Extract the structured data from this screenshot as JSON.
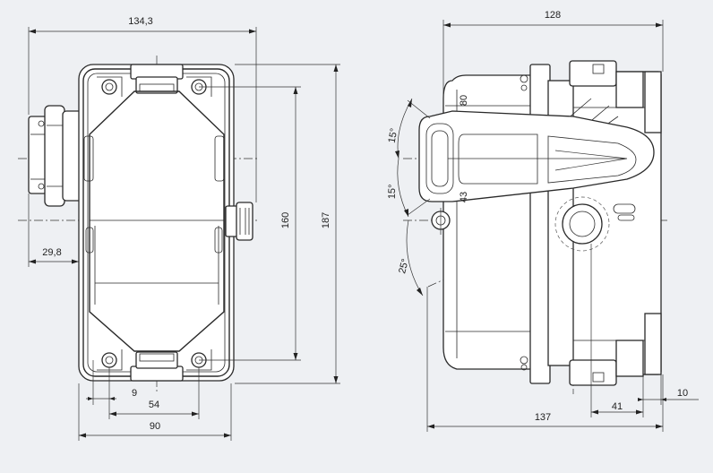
{
  "dimensions": {
    "front_width_total": "134,3",
    "front_offset_left": "29,8",
    "front_height_inner": "160",
    "front_height_total": "187",
    "front_dim_small": "9",
    "front_dim_hole_pitch": "54",
    "front_dim_body_width": "90",
    "side_top_width": "128",
    "side_bottom_width": "137",
    "side_dim_41": "41",
    "side_dim_10": "10",
    "lever_dim_80": "80",
    "lever_dim_43": "43"
  },
  "angles": {
    "upper": "15°",
    "middle": "15°",
    "lower": "25°"
  },
  "colors": {
    "background": "#eef0f3",
    "line": "#2a2a2a"
  }
}
